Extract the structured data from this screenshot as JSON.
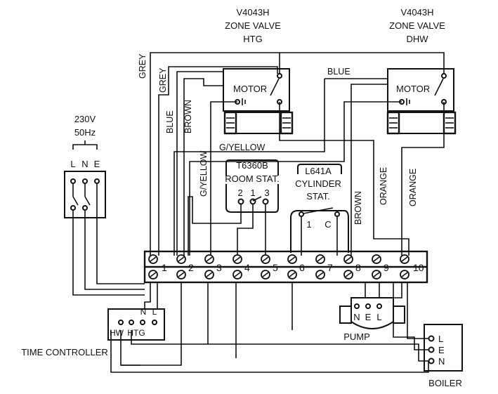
{
  "valves": {
    "htg": {
      "model": "V4043H",
      "line1": "ZONE VALVE",
      "line2": "HTG",
      "motor": "MOTOR"
    },
    "dhw": {
      "model": "V4043H",
      "line1": "ZONE VALVE",
      "line2": "DHW",
      "motor": "MOTOR"
    }
  },
  "supply": {
    "voltage": "230V",
    "frequency": "50Hz",
    "terminals": [
      "L",
      "N",
      "E"
    ]
  },
  "room_stat": {
    "model": "T6360B",
    "name": "ROOM STAT.",
    "terminals": [
      "2",
      "1",
      "3"
    ]
  },
  "cylinder_stat": {
    "model": "L641A",
    "line1": "CYLINDER",
    "line2": "STAT.",
    "terminals": [
      "1",
      "C"
    ]
  },
  "terminal_strip": {
    "numbers": [
      "1",
      "2",
      "3",
      "4",
      "5",
      "6",
      "7",
      "8",
      "9",
      "10"
    ]
  },
  "wire_labels": {
    "grey_1": "GREY",
    "grey_2": "GREY",
    "blue_htg": "BLUE",
    "brown_htg": "BROWN",
    "blue_dhw": "BLUE",
    "gyellow_htg": "G/YELLOW",
    "gyellow_dhw": "G/YELLOW",
    "brown_dhw": "BROWN",
    "orange_1": "ORANGE",
    "orange_2": "ORANGE"
  },
  "time_controller": {
    "name": "TIME CONTROLLER",
    "hw": "HW",
    "htg": "HTG",
    "n": "N",
    "l": "L"
  },
  "pump": {
    "name": "PUMP",
    "n": "N",
    "e": "E",
    "l": "L"
  },
  "boiler": {
    "name": "BOILER",
    "l": "L",
    "e": "E",
    "n": "N"
  }
}
